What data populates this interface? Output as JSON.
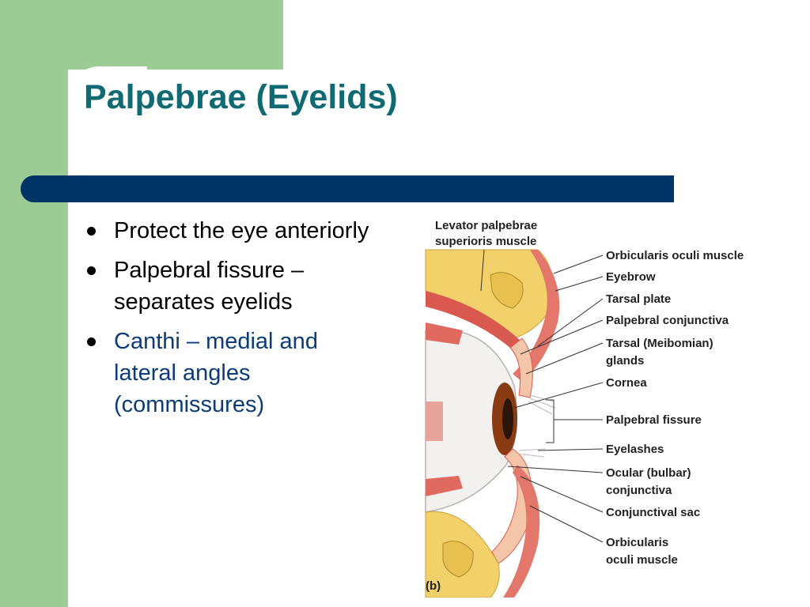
{
  "colors": {
    "green_accent": "#9dcb96",
    "title_color": "#0f6a73",
    "bar_color": "#003366",
    "accent_text": "#0b3c78"
  },
  "slide": {
    "title": "Palpebrae (Eyelids)",
    "bullets": [
      {
        "text": "Protect the eye anteriorly"
      },
      {
        "text": "Palpebral fissure – separates eyelids"
      },
      {
        "text": "Canthi – medial and lateral angles (commissures)"
      }
    ]
  },
  "figure": {
    "top_label": [
      "Levator palpebrae",
      "superioris muscle"
    ],
    "labels": [
      [
        "Orbicularis oculi muscle"
      ],
      [
        "Eyebrow"
      ],
      [
        "Tarsal plate"
      ],
      [
        "Palpebral conjunctiva"
      ],
      [
        "Tarsal (Meibomian)",
        "glands"
      ],
      [
        "Cornea"
      ],
      [
        "Palpebral fissure"
      ],
      [
        "Eyelashes"
      ],
      [
        "Ocular (bulbar)",
        "conjunctiva"
      ],
      [
        "Conjunctival sac"
      ],
      [
        "Orbicularis",
        "oculi muscle"
      ]
    ],
    "panel_letter": "(b)"
  }
}
